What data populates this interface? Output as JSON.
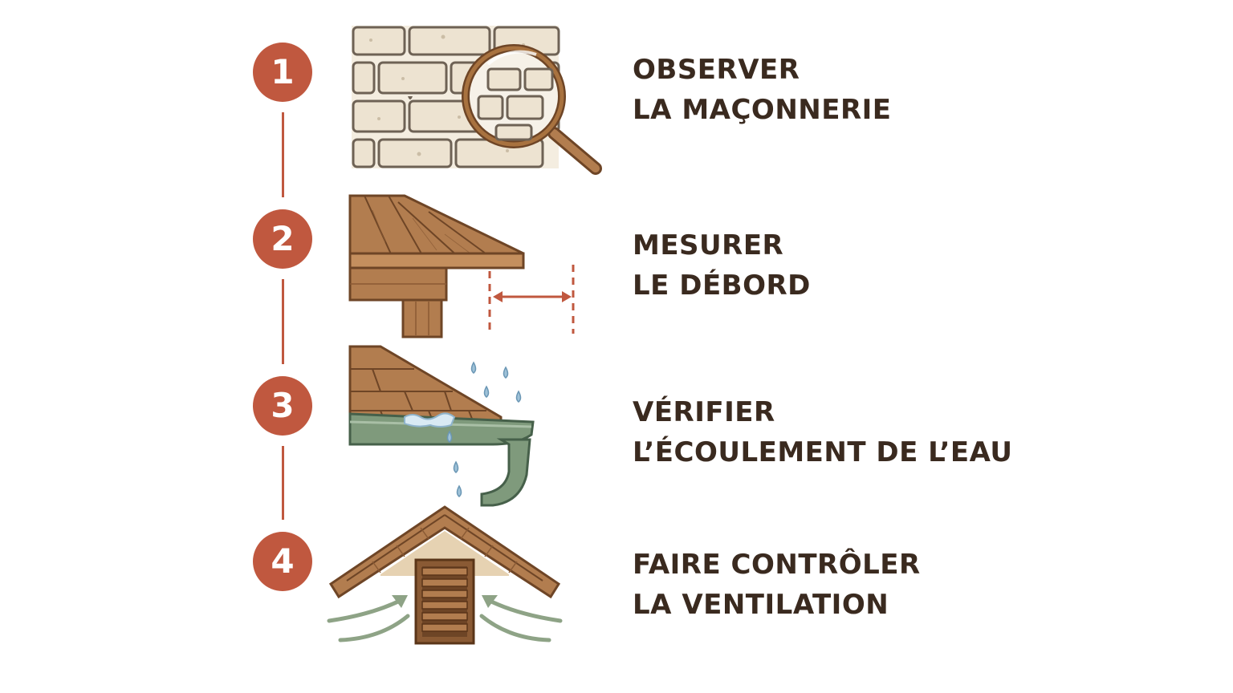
{
  "colors": {
    "accent": "#c0583f",
    "text": "#3a2a1f",
    "stone": "#ede3d1",
    "mortar": "#6e6255",
    "wood": "#b27d4f",
    "wood_dark": "#6e4526",
    "gutter": "#7f9a7c",
    "water": "#9fc2d8",
    "airflow": "#8ea386"
  },
  "steps": [
    {
      "number": "1",
      "line1": "OBSERVER",
      "line2": "LA MAÇONNERIE",
      "icon": "stone-wall-magnifier-icon"
    },
    {
      "number": "2",
      "line1": "MESURER",
      "line2": "LE DÉBORD",
      "icon": "roof-overhang-measure-icon"
    },
    {
      "number": "3",
      "line1": "VÉRIFIER",
      "line2": "L’ÉCOULEMENT DE L’EAU",
      "icon": "gutter-water-icon"
    },
    {
      "number": "4",
      "line1": "FAIRE CONTRÔLER",
      "line2": "LA VENTILATION",
      "icon": "roof-ventilation-icon"
    }
  ]
}
